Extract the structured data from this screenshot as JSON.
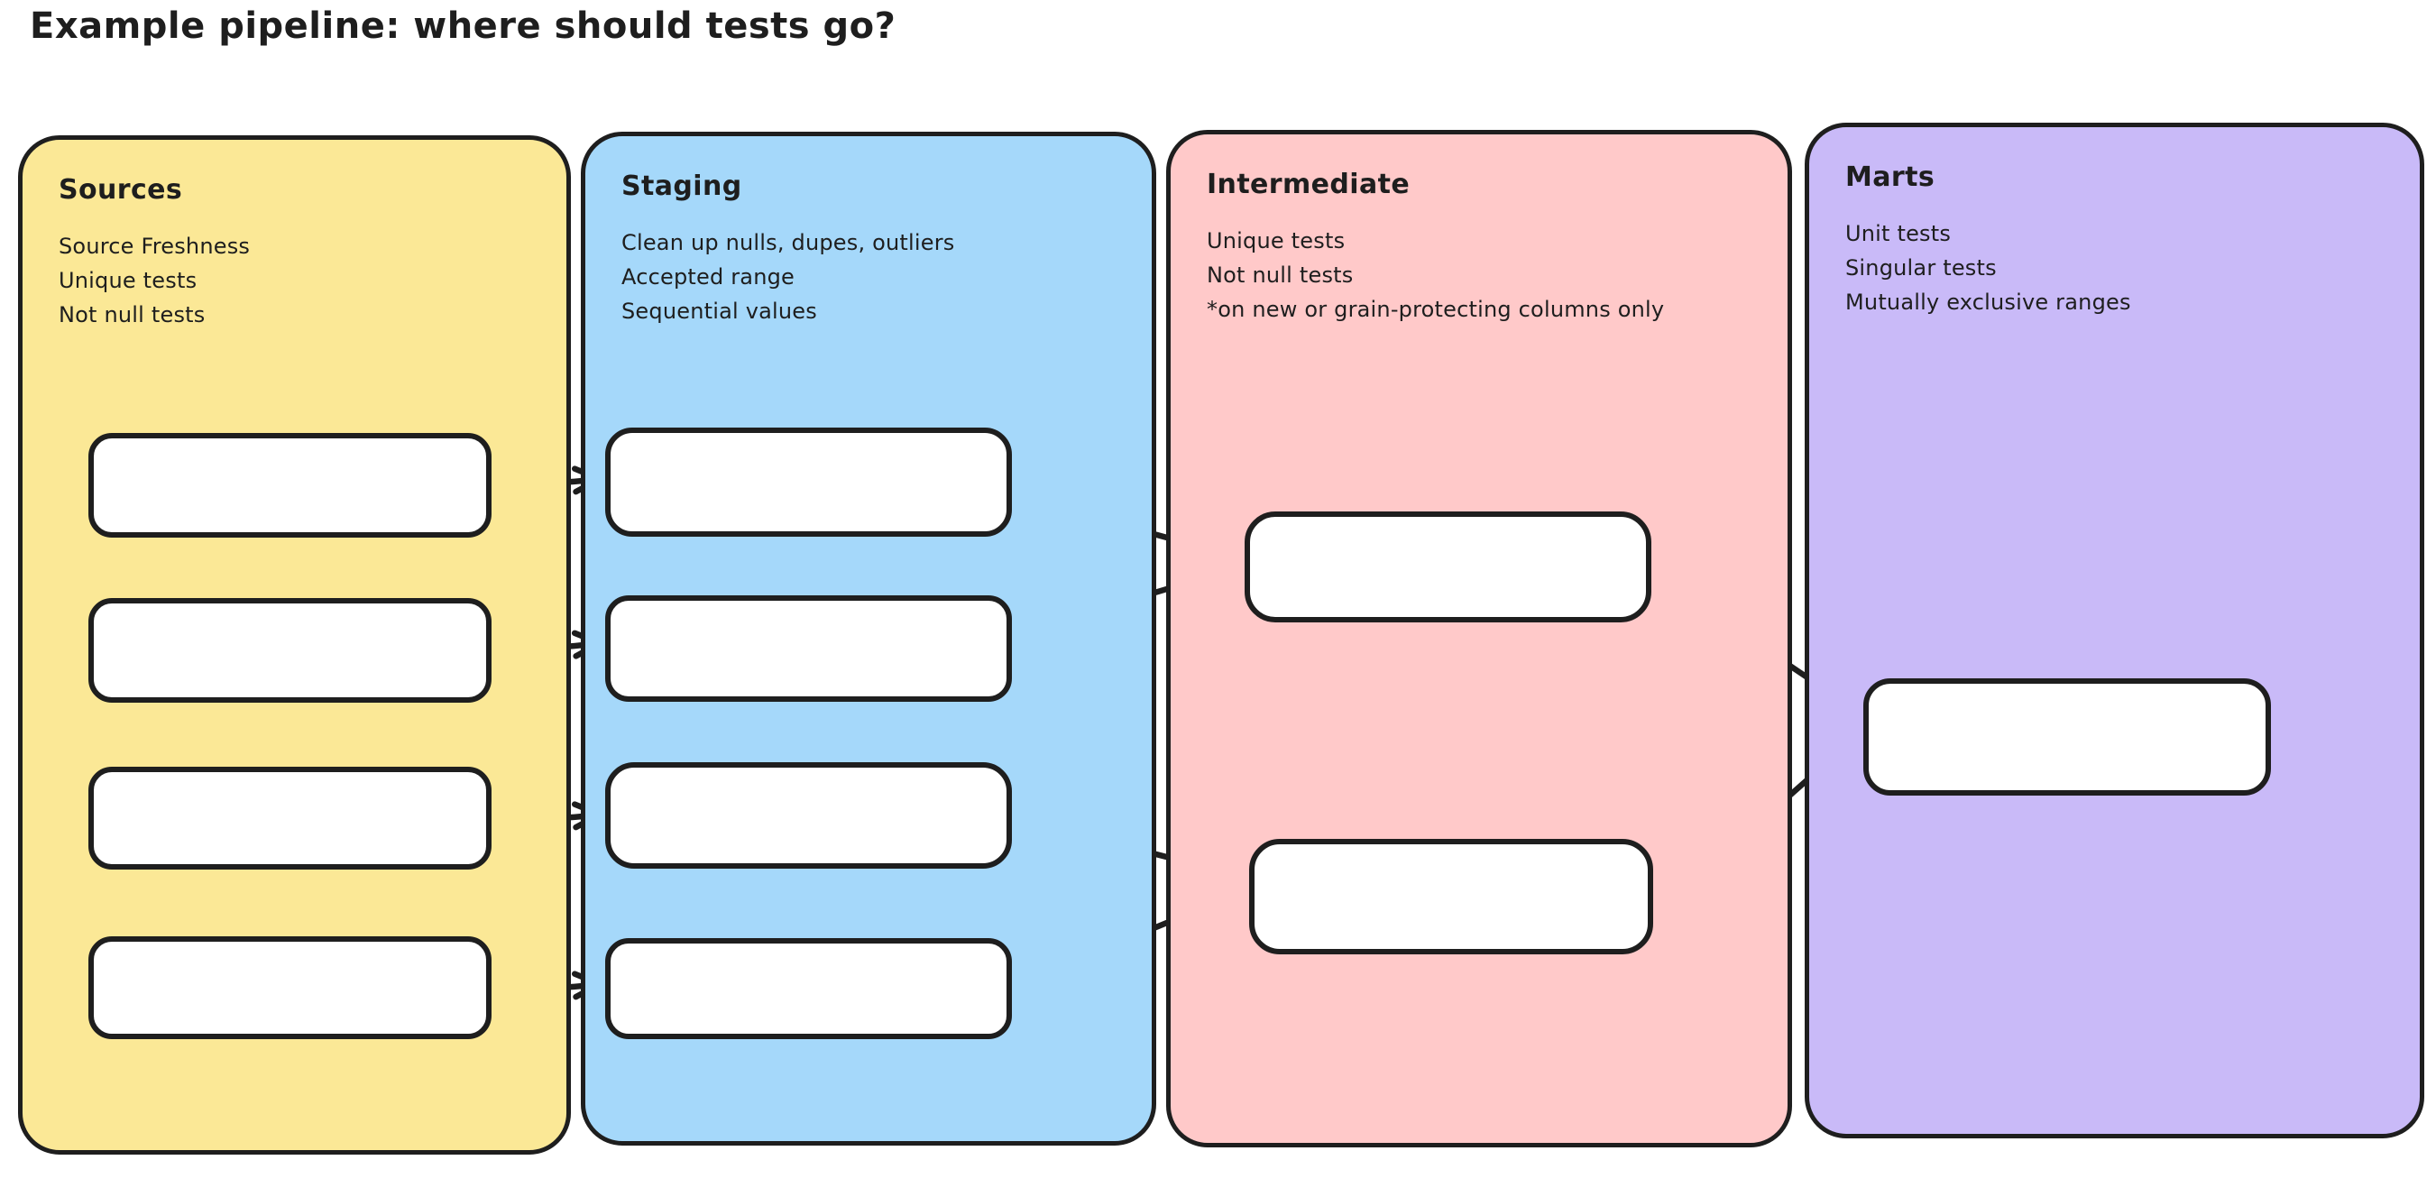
{
  "title": "Example pipeline: where should tests go?",
  "colors": {
    "stroke": "#1e1e1e",
    "node_fill": "#ffffff",
    "background": "#ffffff",
    "sources_fill": "#FBE896",
    "staging_fill": "#A5D8FA",
    "intermediate_fill": "#FFC9C9",
    "marts_fill": "#C9BAF8"
  },
  "columns": [
    {
      "id": "sources",
      "label": "Sources",
      "color": "#FBE896",
      "notes": [
        "Source Freshness",
        "Unique tests",
        "Not null tests"
      ],
      "box_count": 4
    },
    {
      "id": "staging",
      "label": "Staging",
      "color": "#A5D8FA",
      "notes": [
        "Clean up nulls, dupes, outliers",
        "Accepted range",
        "Sequential values"
      ],
      "box_count": 4
    },
    {
      "id": "intermediate",
      "label": "Intermediate",
      "color": "#FFC9C9",
      "notes": [
        "Unique tests",
        "Not null tests",
        "*on new or grain-protecting columns only"
      ],
      "box_count": 2
    },
    {
      "id": "marts",
      "label": "Marts",
      "color": "#C9BAF8",
      "notes": [
        "Unit tests",
        "Singular tests",
        "Mutually exclusive ranges"
      ],
      "box_count": 1
    }
  ],
  "connections": [
    {
      "id": "s1-t1",
      "from": "sources-box-1",
      "to": "staging-box-1"
    },
    {
      "id": "s2-t2",
      "from": "sources-box-2",
      "to": "staging-box-2"
    },
    {
      "id": "s3-t3",
      "from": "sources-box-3",
      "to": "staging-box-3"
    },
    {
      "id": "s4-t4",
      "from": "sources-box-4",
      "to": "staging-box-4"
    },
    {
      "id": "t1-i1",
      "from": "staging-box-1",
      "to": "intermediate-box-1"
    },
    {
      "id": "t2-i1",
      "from": "staging-box-2",
      "to": "intermediate-box-1"
    },
    {
      "id": "t3-i2",
      "from": "staging-box-3",
      "to": "intermediate-box-2"
    },
    {
      "id": "t4-i2",
      "from": "staging-box-4",
      "to": "intermediate-box-2"
    },
    {
      "id": "i1-m1",
      "from": "intermediate-box-1",
      "to": "marts-box-1"
    },
    {
      "id": "i2-m1",
      "from": "intermediate-box-2",
      "to": "marts-box-1"
    }
  ]
}
